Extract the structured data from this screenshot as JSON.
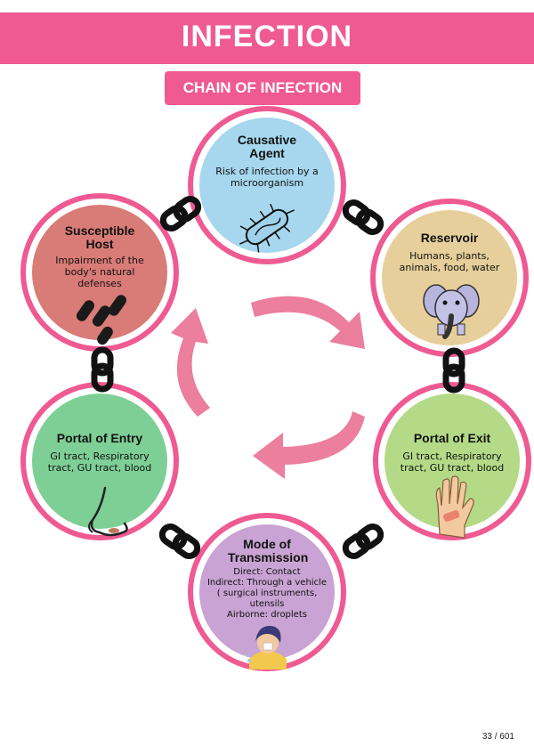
{
  "header": {
    "title": "INFECTION"
  },
  "subtitle": "CHAIN OF INFECTION",
  "nodes": {
    "causative_agent": {
      "title": "Causative Agent",
      "desc": "Risk of infection by a microorganism",
      "color": "#a6d7ee",
      "icon": "bacteria-icon"
    },
    "reservoir": {
      "title": "Reservoir",
      "desc": "Humans, plants, animals, food, water",
      "color": "#e7cf9b",
      "icon": "elephant-icon"
    },
    "portal_of_exit": {
      "title": "Portal of Exit",
      "desc": "GI tract, Respiratory tract, GU tract, blood",
      "color": "#b4da87",
      "icon": "hand-bandage-icon"
    },
    "mode_of_transmission": {
      "title": "Mode of Transmission",
      "desc_lines": [
        "Direct: Contact",
        "Indirect: Through a vehicle ( surgical instruments, utensils",
        "Airborne: droplets"
      ],
      "color": "#c9a3d3",
      "icon": "sneezing-person-icon"
    },
    "portal_of_entry": {
      "title": "Portal of Entry",
      "desc": "GI tract, Respiratory tract, GU tract, blood",
      "color": "#7ecf96",
      "icon": "nose-icon"
    },
    "susceptible_host": {
      "title": "Susceptible Host",
      "desc": "Impairment of the body's natural defenses",
      "color": "#d97b77",
      "icon": "capsules-icon"
    }
  },
  "colors": {
    "accent": "#ef5a93",
    "ring": "#ef5a93",
    "arrow": "#ec7e9e",
    "link": "#111111"
  },
  "page_number": "33 / 601"
}
